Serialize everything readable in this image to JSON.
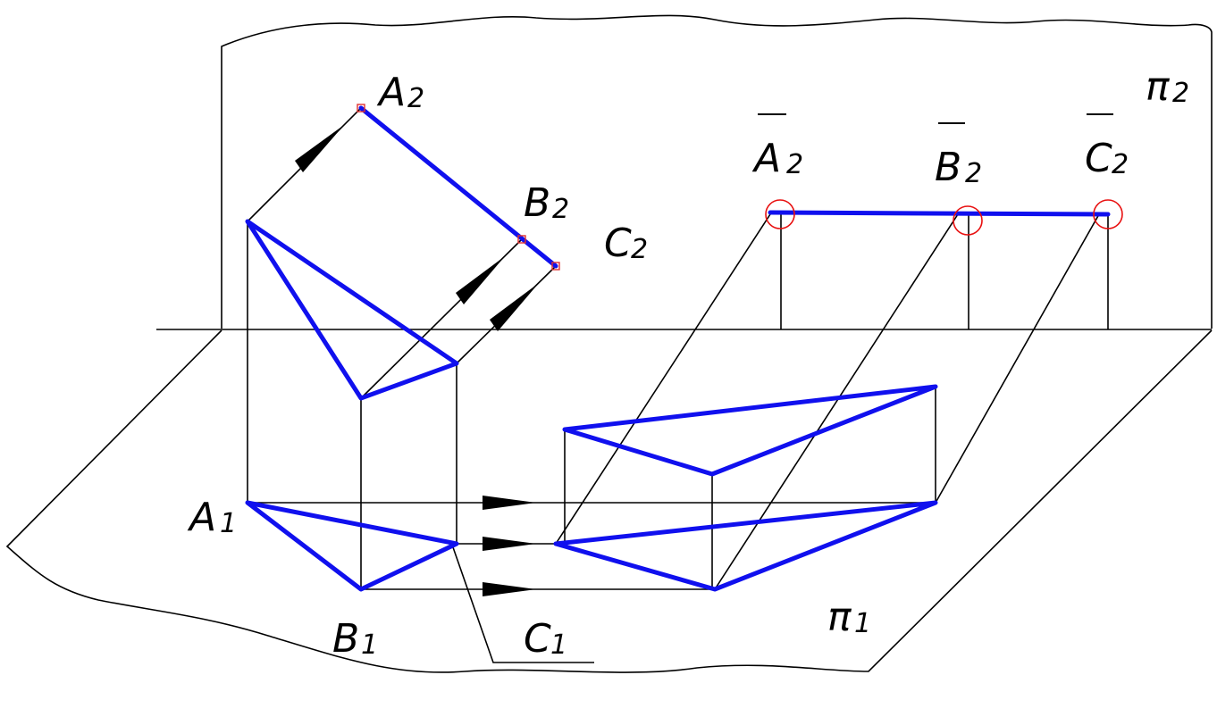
{
  "labels": {
    "a2": {
      "letter": "A",
      "index": "2"
    },
    "b2": {
      "letter": "B",
      "index": "2"
    },
    "c2": {
      "letter": "C",
      "index": "2"
    },
    "a1": {
      "letter": "A",
      "index": "1"
    },
    "b1": {
      "letter": "B",
      "index": "1"
    },
    "c1": {
      "letter": "C",
      "index": "1"
    },
    "a2_bar": {
      "letter": "A",
      "index": "2"
    },
    "b2_bar": {
      "letter": "B",
      "index": "2"
    },
    "c2_bar": {
      "letter": "C",
      "index": "2"
    },
    "pi2": {
      "letter": "π",
      "index": "2"
    },
    "pi1": {
      "letter": "π",
      "index": "1"
    }
  },
  "colors": {
    "edge": "#1010ee",
    "construction": "#000000",
    "highlight": "#e81010"
  }
}
